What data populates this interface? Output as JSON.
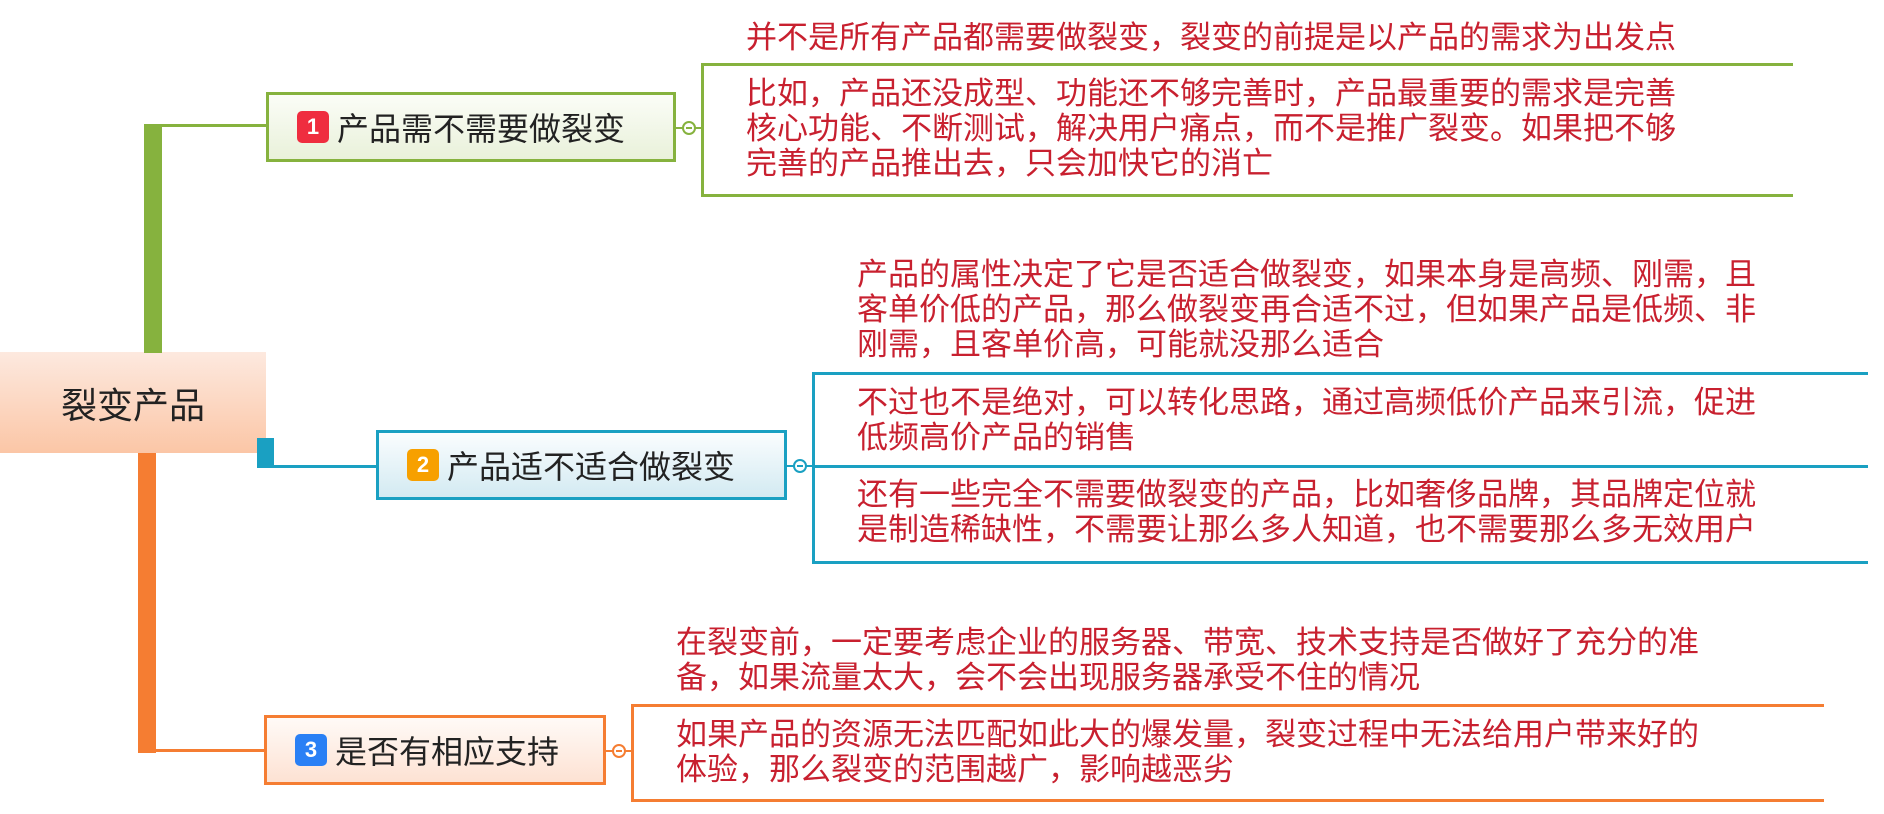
{
  "root": {
    "label": "裂变产品"
  },
  "colors": {
    "green": "#86b23e",
    "blue": "#1aa0c2",
    "orange": "#f57d32",
    "text_red": "#c8202f"
  },
  "branches": [
    {
      "badge": "1",
      "label": "产品需不需要做裂变",
      "details": [
        [
          "并不是所有产品都需要做裂变，裂变的前提是以产品的需求为出发点"
        ],
        [
          "比如，产品还没成型、功能还不够完善时，产品最重要的需求是完善",
          "核心功能、不断测试，解决用户痛点，而不是推广裂变。如果把不够",
          "完善的产品推出去，只会加快它的消亡"
        ]
      ]
    },
    {
      "badge": "2",
      "label": "产品适不适合做裂变",
      "details": [
        [
          "产品的属性决定了它是否适合做裂变，如果本身是高频、刚需，且",
          "客单价低的产品，那么做裂变再合适不过，但如果产品是低频、非",
          "刚需，且客单价高，可能就没那么适合"
        ],
        [
          "不过也不是绝对，可以转化思路，通过高频低价产品来引流，促进",
          "低频高价产品的销售"
        ],
        [
          "还有一些完全不需要做裂变的产品，比如奢侈品牌，其品牌定位就",
          "是制造稀缺性，不需要让那么多人知道，也不需要那么多无效用户"
        ]
      ]
    },
    {
      "badge": "3",
      "label": "是否有相应支持",
      "details": [
        [
          "在裂变前，一定要考虑企业的服务器、带宽、技术支持是否做好了充分的准",
          "备，如果流量太大，会不会出现服务器承受不住的情况"
        ],
        [
          "如果产品的资源无法匹配如此大的爆发量，裂变过程中无法给用户带来好的",
          "体验，那么裂变的范围越广，影响越恶劣"
        ]
      ]
    }
  ]
}
